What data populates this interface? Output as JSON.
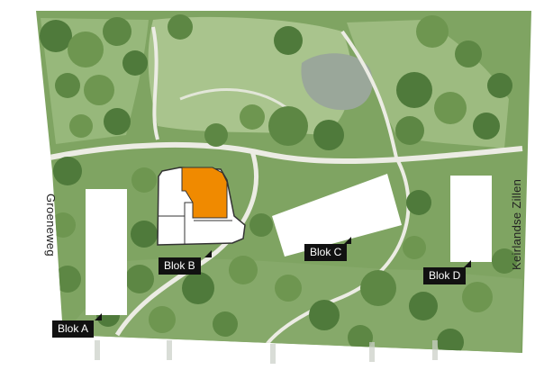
{
  "map": {
    "colors": {
      "lawn": "#8fb173",
      "lawn_light": "#a9c48d",
      "tree_dark": "#4f7a3b",
      "tree_mid": "#6e9650",
      "path": "#ecece4",
      "pond": "#9aa79a",
      "building": "#ffffff",
      "highlight": "#f08a00",
      "label_bg": "#111111",
      "label_text": "#ffffff"
    },
    "blocks": [
      {
        "id": "blok-a",
        "label": "Blok A"
      },
      {
        "id": "blok-b",
        "label": "Blok B"
      },
      {
        "id": "blok-c",
        "label": "Blok C"
      },
      {
        "id": "blok-d",
        "label": "Blok D"
      }
    ],
    "streets": {
      "west": "Groeneweg",
      "east": "Keirlandse Zillen"
    },
    "highlight_unit": "selected-apartment-unit"
  }
}
